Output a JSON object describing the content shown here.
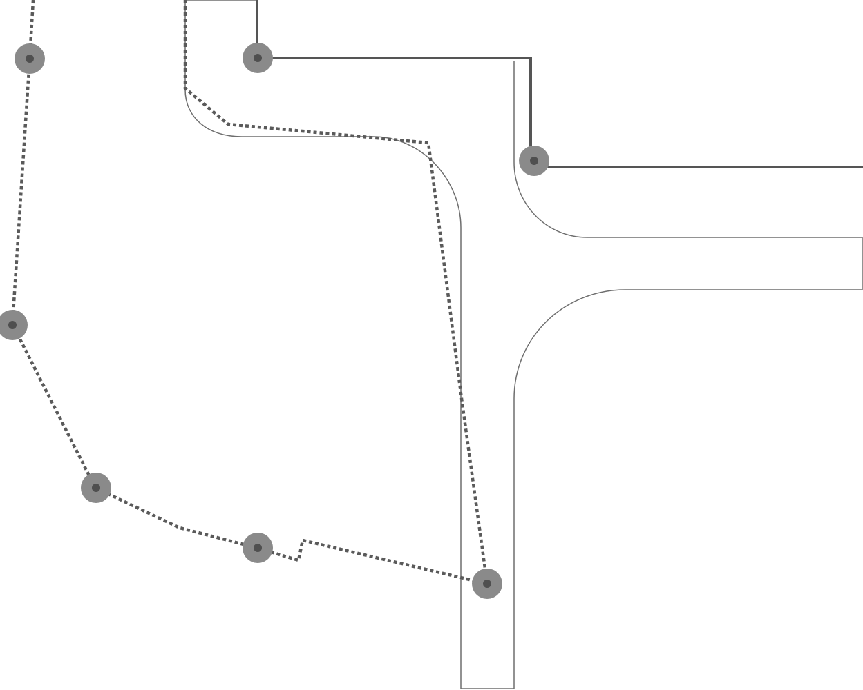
{
  "colors": {
    "background": "#ffffff",
    "road_outline": "#6e6e6e",
    "solid_route": "#555555",
    "dotted_route": "#5a5a5a",
    "node_halo": "#8a8a8a",
    "node_center": "#4f4f4f"
  },
  "legend": {
    "node_count": 7,
    "routes": [
      "solid",
      "dotted-left",
      "dotted-inner"
    ]
  }
}
